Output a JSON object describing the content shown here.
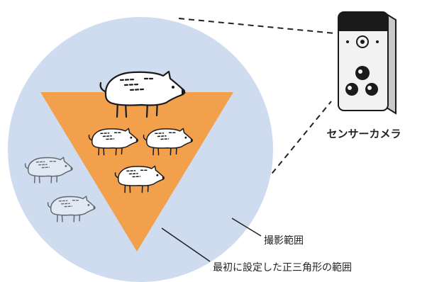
{
  "labels": {
    "camera": "センサーカメラ",
    "range": "撮影範囲",
    "triangle": "最初に設定した正三角形の範囲"
  },
  "colors": {
    "range_fill": "#cfdcef",
    "triangle_fill": "#f2a04c",
    "boar_fill": "#ffffff",
    "faded_boar_fill": "#eef3fa",
    "outline": "#1a1a1a",
    "camera_body": "#f2f2f2",
    "camera_side": "#c9c9c9"
  },
  "icons": {
    "camera": "sensor-camera-icon",
    "boar_inside": "wild-boar-icon",
    "boar_outside": "faded-wild-boar-icon"
  },
  "counts": {
    "boars_in_triangle": 4,
    "boars_outside_triangle": 2
  }
}
